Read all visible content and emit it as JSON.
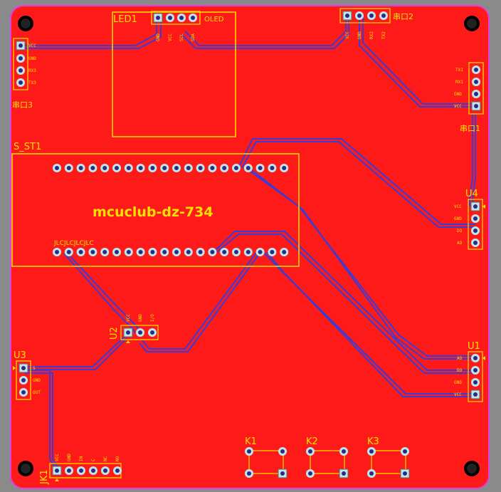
{
  "board": {
    "board_color": "#ff1a1a",
    "trace_color": "#3b3bd6",
    "silk_color": "#f5e100",
    "pad_color": "#bfe6e6",
    "title": "mcuclub-dz-734"
  },
  "components": {
    "led1": {
      "ref": "LED1",
      "label": "OLED",
      "pins": [
        "GND",
        "VCC",
        "SCL",
        "SDA"
      ]
    },
    "uart2": {
      "ref": "串口2",
      "pins": [
        "VCC",
        "GND",
        "RX2",
        "TX2"
      ]
    },
    "uart3": {
      "ref": "串口3",
      "pins": [
        "VCC",
        "GND",
        "RX3",
        "TX3"
      ]
    },
    "uart1": {
      "ref": "串口1",
      "pins": [
        "TX1",
        "RX1",
        "GND",
        "VCC"
      ]
    },
    "s_st1": {
      "ref": "S_ST1",
      "tag": "JLCJLCJLCJLC",
      "top_pins": 20,
      "bottom_pins": 20
    },
    "u4": {
      "ref": "U4",
      "pins": [
        "VCC",
        "GND",
        "DO",
        "AO"
      ]
    },
    "u1": {
      "ref": "U1",
      "pins": [
        "AO",
        "DO",
        "GND",
        "VCC"
      ]
    },
    "u2": {
      "ref": "U2",
      "pins": [
        "VCC",
        "GND",
        "I/O"
      ]
    },
    "u3": {
      "ref": "U3",
      "pins": [
        "S",
        "GND",
        "OUT"
      ]
    },
    "jk1": {
      "ref": "JK1",
      "pins": [
        "VCC",
        "GND",
        "IN",
        "C",
        "NC",
        "NO"
      ]
    },
    "buttons": [
      "K1",
      "K2",
      "K3"
    ]
  }
}
